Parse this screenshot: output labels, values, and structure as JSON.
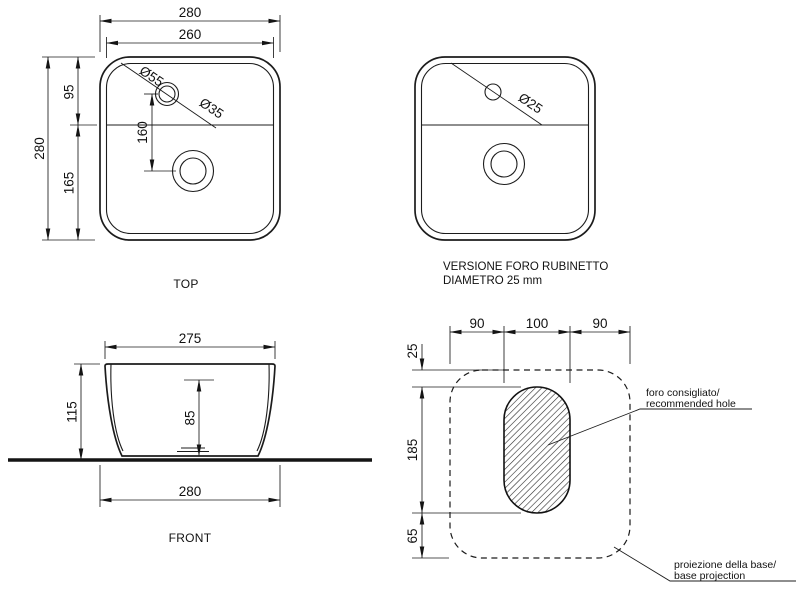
{
  "views": {
    "top": {
      "caption": "TOP",
      "dim_width_outer": "280",
      "dim_width_inner": "260",
      "dim_height_outer": "280",
      "dim_height_top": "95",
      "dim_height_bottom": "165",
      "dim_hole_spacing": "160",
      "dim_tap_recess": "Ø55",
      "dim_tap_hole": "Ø35"
    },
    "tap_version": {
      "caption_line1": "VERSIONE FORO RUBINETTO",
      "caption_line2": "DIAMETRO 25 mm",
      "dim_tap_hole": "Ø25"
    },
    "front": {
      "caption": "FRONT",
      "dim_width_top": "275",
      "dim_height": "115",
      "dim_inner_depth": "85",
      "dim_width_bottom": "280"
    },
    "base": {
      "dim_top_offset": "25",
      "dim_top_left": "90",
      "dim_top_center": "100",
      "dim_top_right": "90",
      "dim_hole_length": "185",
      "dim_bottom_offset": "65",
      "callout_hole_line1": "foro consigliato/",
      "callout_hole_line2": "recommended hole",
      "callout_projection_line1": "proiezione della base/",
      "callout_projection_line2": "base projection"
    }
  }
}
